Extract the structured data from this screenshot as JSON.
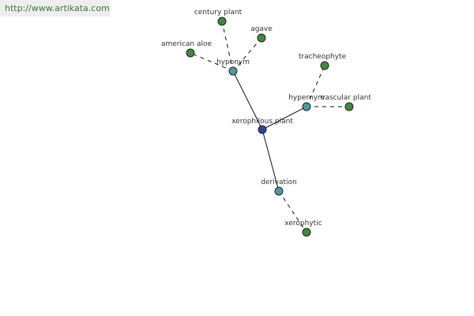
{
  "watermark": "http://www.artikata.com",
  "colors": {
    "center": "#3a3f99",
    "relation": "#4d9a9e",
    "leaf": "#3f8a3f",
    "edge": "#111111",
    "stroke": "#222222"
  },
  "nodes": [
    {
      "id": "center",
      "label": "xerophilous plant",
      "kind": "center"
    },
    {
      "id": "hyponym",
      "label": "hyponym",
      "kind": "relation"
    },
    {
      "id": "hypernym",
      "label": "hypernym",
      "kind": "relation"
    },
    {
      "id": "derivation",
      "label": "derivation",
      "kind": "relation"
    },
    {
      "id": "century",
      "label": "century plant",
      "kind": "leaf"
    },
    {
      "id": "agave",
      "label": "agave",
      "kind": "leaf"
    },
    {
      "id": "aloe",
      "label": "american aloe",
      "kind": "leaf"
    },
    {
      "id": "tracheophyte",
      "label": "tracheophyte",
      "kind": "leaf"
    },
    {
      "id": "vascular",
      "label": "vascular plant",
      "kind": "leaf"
    },
    {
      "id": "xerophytic",
      "label": "xerophytic",
      "kind": "leaf"
    }
  ],
  "edges": [
    {
      "from": "center",
      "to": "hyponym",
      "style": "solid"
    },
    {
      "from": "center",
      "to": "hypernym",
      "style": "solid"
    },
    {
      "from": "center",
      "to": "derivation",
      "style": "solid"
    },
    {
      "from": "hyponym",
      "to": "century",
      "style": "dashed"
    },
    {
      "from": "hyponym",
      "to": "agave",
      "style": "dashed"
    },
    {
      "from": "hyponym",
      "to": "aloe",
      "style": "dashed"
    },
    {
      "from": "hypernym",
      "to": "tracheophyte",
      "style": "dashed"
    },
    {
      "from": "hypernym",
      "to": "vascular",
      "style": "dashed"
    },
    {
      "from": "derivation",
      "to": "xerophytic",
      "style": "dashed"
    }
  ]
}
